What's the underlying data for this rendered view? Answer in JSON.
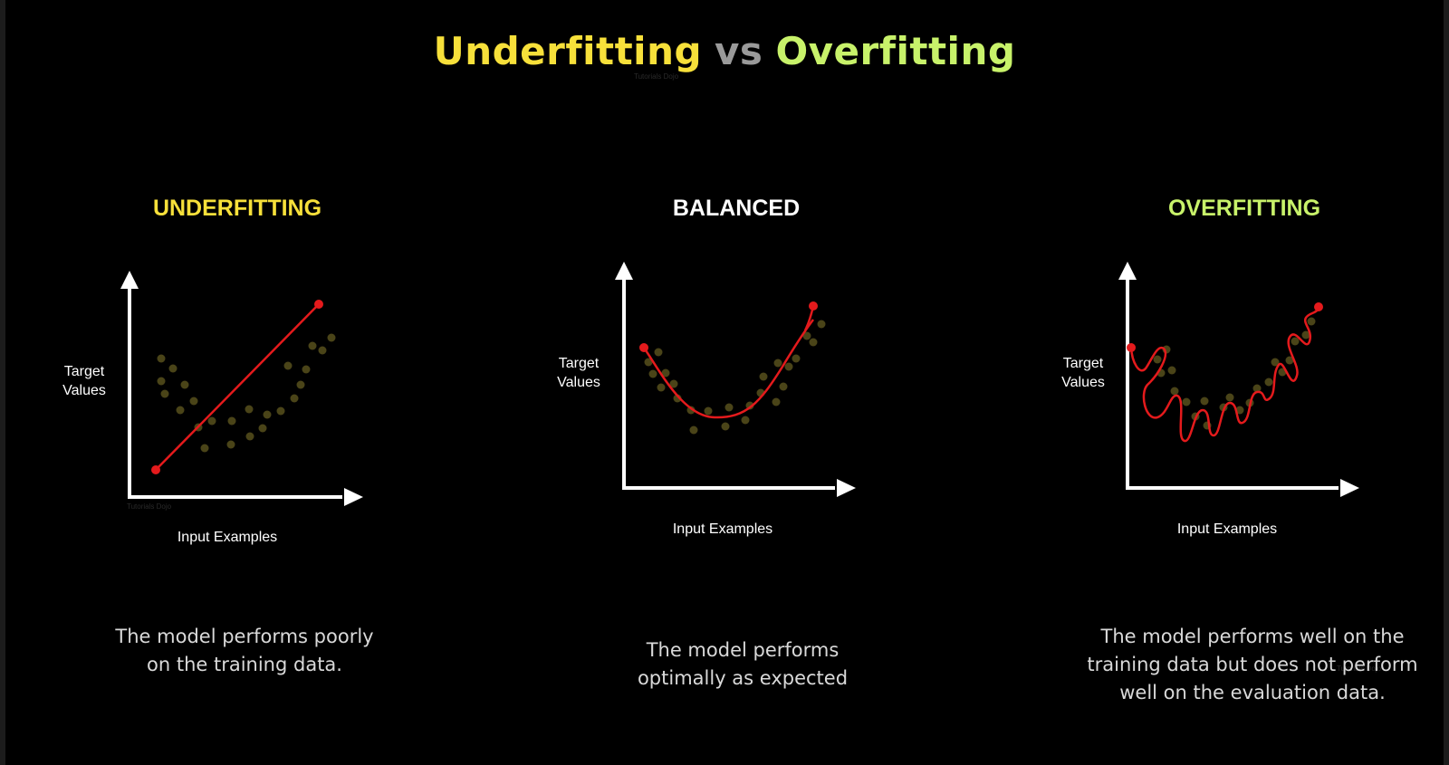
{
  "title": {
    "part1": "Underfitting",
    "vs": "vs",
    "part2": "Overfitting"
  },
  "watermark": "Tutorials Dojo",
  "colors": {
    "underfitting": "#f7e03a",
    "overfitting": "#c8f26a",
    "balanced": "#ffffff",
    "model_curve": "#e41a1c",
    "data_points": "#4a4418",
    "axes": "#ffffff"
  },
  "panels": [
    {
      "heading": "UNDERFITTING",
      "y_label_1": "Target",
      "y_label_2": "Values",
      "x_label": "Input Examples",
      "caption": "The model performs poorly on the training data.",
      "curve_type": "straight-line"
    },
    {
      "heading": "BALANCED",
      "y_label_1": "Target",
      "y_label_2": "Values",
      "x_label": "Input Examples",
      "caption": "The model performs optimally as expected",
      "curve_type": "smooth-u-curve"
    },
    {
      "heading": "OVERFITTING",
      "y_label_1": "Target",
      "y_label_2": "Values",
      "x_label": "Input Examples",
      "caption": "The model performs well on the training data but does not perform well on the evaluation data.",
      "curve_type": "wiggly-curve"
    }
  ]
}
